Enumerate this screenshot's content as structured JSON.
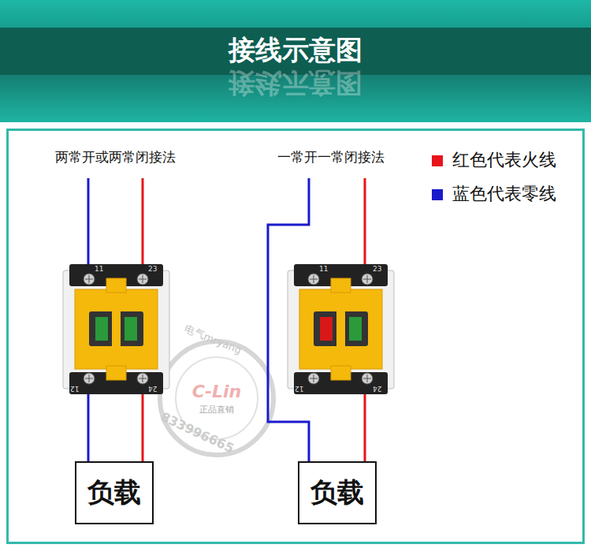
{
  "diagram": {
    "title": "接线示意图",
    "nodes": [
      {
        "text": [
          "负载"
        ]
      },
      {
        "text": [
          "负载"
        ]
      }
    ],
    "labels": [
      "接线示意图",
      "两常开或两常闭接法",
      "一常开一常闭接法",
      "11",
      "23",
      "12",
      "24",
      "11",
      "23",
      "12",
      "24",
      "电气mryang",
      "C-Lin",
      "正品直销",
      "833996665"
    ],
    "legend": [
      {
        "text": "红色代表火线",
        "color": "#e8141b"
      },
      {
        "text": "蓝色代表零线",
        "color": "#1a1acc"
      }
    ]
  }
}
